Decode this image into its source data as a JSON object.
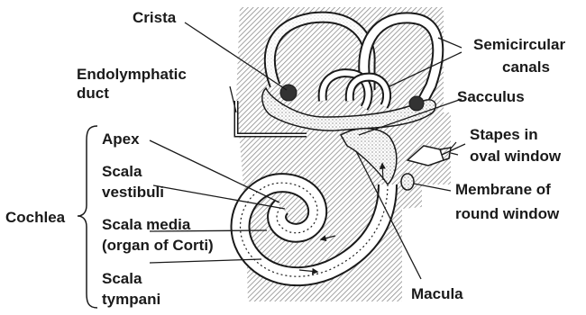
{
  "labels": {
    "crista": "Crista",
    "semicircular_1": "Semicircular",
    "semicircular_2": "canals",
    "endolymphatic_1": "Endolymphatic",
    "endolymphatic_2": "duct",
    "sacculus": "Sacculus",
    "stapes_1": "Stapes in",
    "stapes_2": "oval window",
    "membrane_1": "Membrane of",
    "membrane_2": "round window",
    "cochlea": "Cochlea",
    "apex": "Apex",
    "scala_vest_1": "Scala",
    "scala_vest_2": "vestibuli",
    "scala_media_1": "Scala media",
    "scala_media_2": "(organ of Corti)",
    "scala_tymp_1": "Scala",
    "scala_tymp_2": "tympani",
    "macula": "Macula"
  },
  "colors": {
    "bone_hatch": "#9a9a9a",
    "outline": "#1a1a1a",
    "fluid": "#ffffff",
    "stipple": "#555555"
  }
}
